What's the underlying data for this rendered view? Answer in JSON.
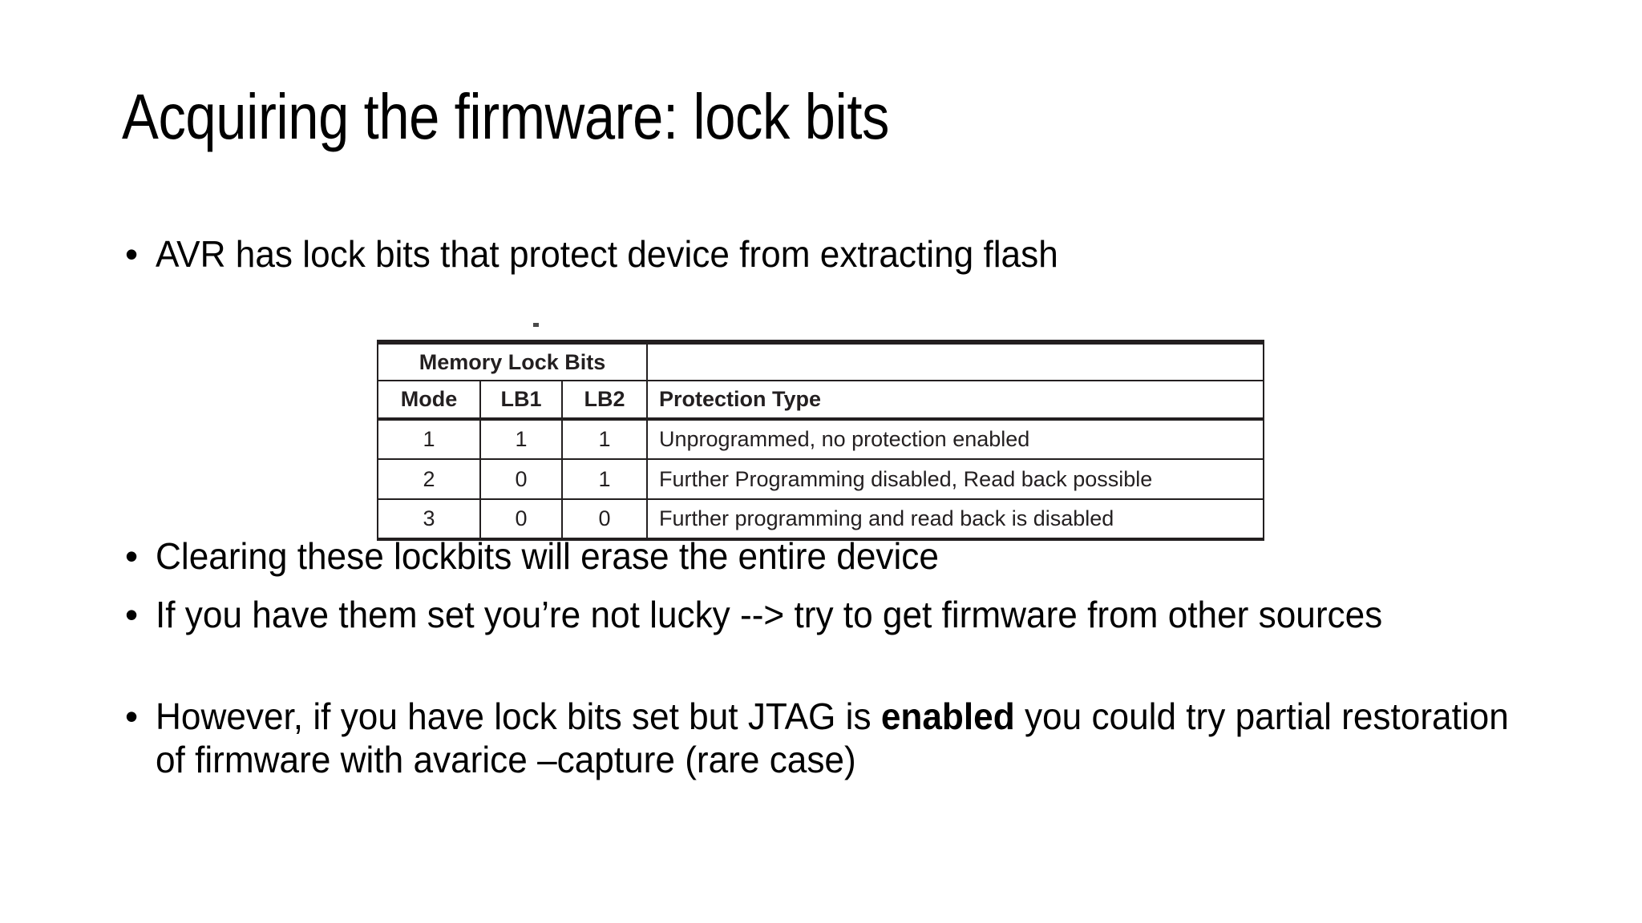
{
  "slide": {
    "title": "Acquiring the firmware: lock bits",
    "bullet_char": "•",
    "background_color": "#ffffff",
    "text_color": "#000000"
  },
  "bullets": [
    {
      "id": "bullet-1",
      "text": "AVR has lock bits that protect device from extracting flash"
    },
    {
      "id": "bullet-2",
      "text": "Clearing these lockbits will erase the entire device"
    },
    {
      "id": "bullet-3",
      "text": "If you have them set you’re not lucky --> try to get firmware from other sources"
    },
    {
      "id": "bullet-4",
      "text_before": "However, if you have lock bits set but JTAG is ",
      "text_bold": "enabled",
      "text_after": " you could try partial restoration of firmware with avarice –capture (rare case)"
    }
  ],
  "figure": {
    "group_header": "Memory Lock Bits",
    "columns": [
      "Mode",
      "LB1",
      "LB2",
      "Protection Type"
    ],
    "rows": [
      {
        "mode": "1",
        "lb1": "1",
        "lb2": "1",
        "protection": "Unprogrammed, no protection enabled"
      },
      {
        "mode": "2",
        "lb1": "0",
        "lb2": "1",
        "protection": "Further Programming disabled, Read back possible"
      },
      {
        "mode": "3",
        "lb1": "0",
        "lb2": "0",
        "protection": "Further programming and read back is disabled"
      }
    ],
    "border_color": "#231f20"
  }
}
